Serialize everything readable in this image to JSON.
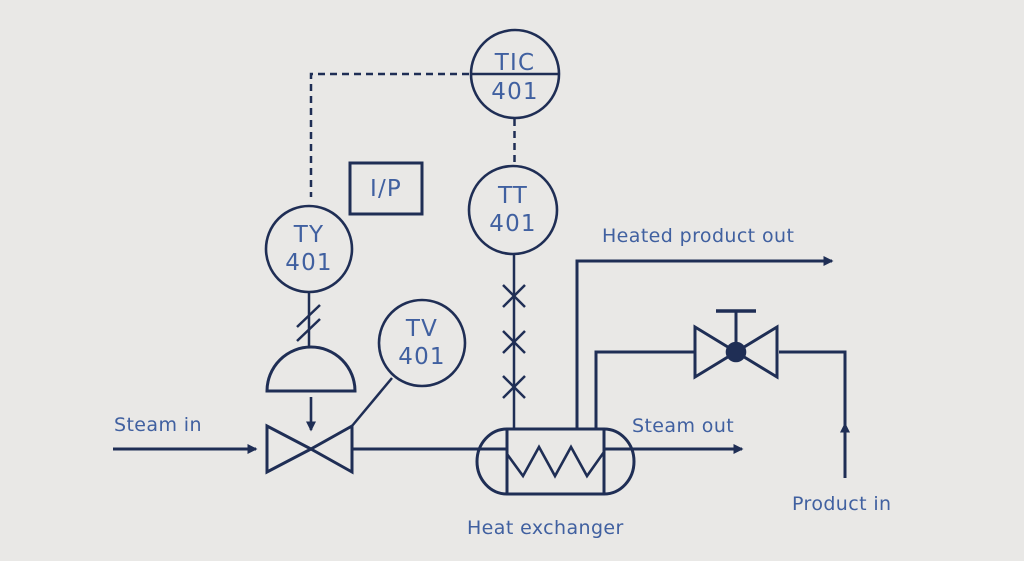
{
  "diagram": {
    "type": "piping-and-instrumentation-diagram",
    "subject": "Heat exchanger temperature control loop 401",
    "colors": {
      "background": "#e9e8e6",
      "line": "#1f2e55",
      "text": "#4060a0"
    },
    "instruments": {
      "tic": {
        "letters": "TIC",
        "number": "401"
      },
      "tt": {
        "letters": "TT",
        "number": "401"
      },
      "ty": {
        "letters": "TY",
        "number": "401"
      },
      "tv": {
        "letters": "TV",
        "number": "401"
      },
      "ip_converter": {
        "label": "I/P"
      }
    },
    "labels": {
      "steam_in": "Steam in",
      "steam_out": "Steam out",
      "heated_product_out": "Heated product out",
      "product_in": "Product in",
      "heat_exchanger": "Heat exchanger"
    }
  }
}
